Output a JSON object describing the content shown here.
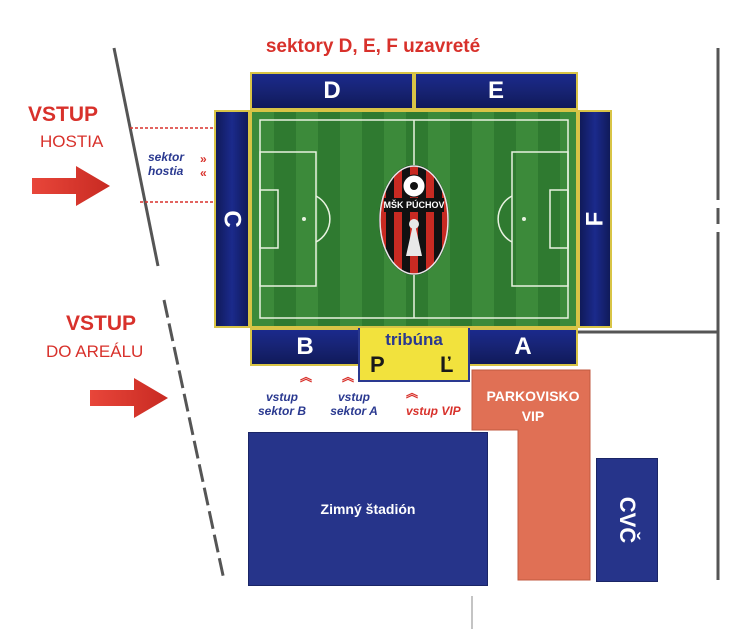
{
  "title": "sektory D, E, F uzavreté",
  "sectors": {
    "D": "D",
    "E": "E",
    "F": "F",
    "C": "C",
    "B": "B",
    "A": "A"
  },
  "tribuna": {
    "label": "tribúna",
    "left": "P",
    "right": "Ľ"
  },
  "logo_text": "MŠK PÚCHOV",
  "entrance_away": {
    "line1": "VSTUP",
    "line2": "HOSTIA"
  },
  "entrance_area": {
    "line1": "VSTUP",
    "line2": "DO AREÁLU"
  },
  "sektor_hostia": {
    "line1": "sektor",
    "line2": "hostia"
  },
  "vstup_b": {
    "line1": "vstup",
    "line2": "sektor B"
  },
  "vstup_a": {
    "line1": "vstup",
    "line2": "sektor A"
  },
  "vstup_vip": "vstup VIP",
  "parking": {
    "line1": "PARKOVISKO",
    "line2": "VIP"
  },
  "winter_stadium": "Zimný štadión",
  "cvc": "CVČ",
  "colors": {
    "red": "#d8312b",
    "navy": "#1b2a8c",
    "gold": "#d8c446",
    "yellow": "#f2e23d",
    "parking": "#e07055",
    "pitch": "#3c8a3a"
  }
}
